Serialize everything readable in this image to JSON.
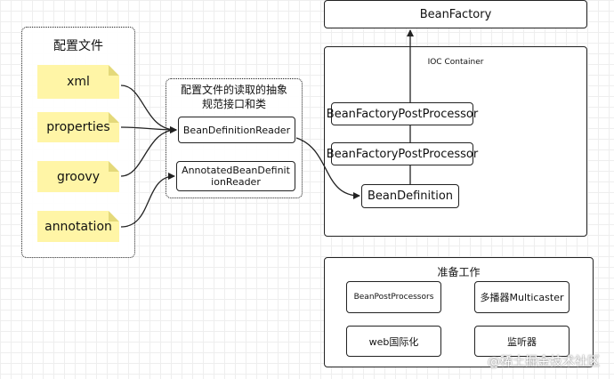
{
  "config_files": {
    "title": "配置文件",
    "items": [
      "xml",
      "properties",
      "groovy",
      "annotation"
    ]
  },
  "readers": {
    "title": "配置文件的读取的抽象规范接口和类",
    "bean_definition_reader": "BeanDefinitionReader",
    "annotated_reader": "AnnotatedBeanDefinitionReader"
  },
  "bean_factory": {
    "label": "BeanFactory"
  },
  "ioc_container": {
    "title": "IOC Container",
    "post_processor_1": "BeanFactoryPostProcessor",
    "post_processor_2": "BeanFactoryPostProcessor",
    "bean_definition": "BeanDefinition"
  },
  "preparation": {
    "title": "准备工作",
    "bean_post_processors": "BeanPostProcessors",
    "multicaster": "多播器Multicaster",
    "web_i18n": "web国际化",
    "listener": "监听器"
  },
  "watermark": "@稀土掘金技术社区",
  "colors": {
    "note_fill": "#fff5a6",
    "line": "#222222"
  }
}
